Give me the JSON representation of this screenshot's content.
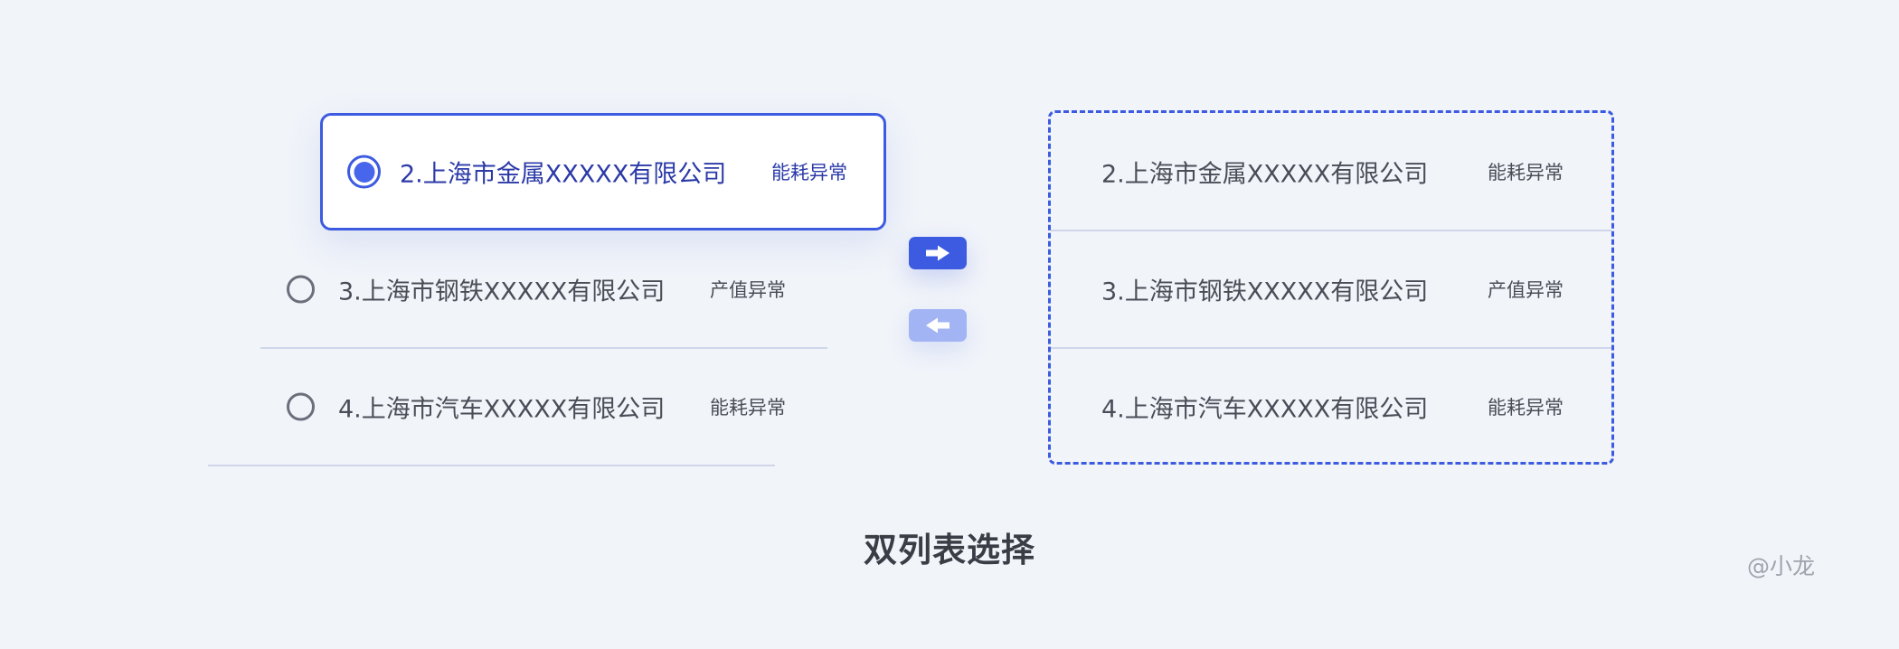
{
  "left_list": {
    "items": [
      {
        "company": "2.上海市金属XXXXX有限公司",
        "status": "能耗异常",
        "selected": true
      },
      {
        "company": "3.上海市钢铁XXXXX有限公司",
        "status": "产值异常",
        "selected": false
      },
      {
        "company": "4.上海市汽车XXXXX有限公司",
        "status": "能耗异常",
        "selected": false
      }
    ]
  },
  "transfer": {
    "right_icon": "arrow-right-icon",
    "left_icon": "arrow-left-icon"
  },
  "right_list": {
    "items": [
      {
        "company": "2.上海市金属XXXXX有限公司",
        "status": "能耗异常"
      },
      {
        "company": "3.上海市钢铁XXXXX有限公司",
        "status": "产值异常"
      },
      {
        "company": "4.上海市汽车XXXXX有限公司",
        "status": "能耗异常"
      }
    ]
  },
  "caption": "双列表选择",
  "author": "@小龙",
  "colors": {
    "accent": "#3c5be0",
    "accent_light": "#a3b4f5",
    "background": "#f1f4f9",
    "divider": "#d0d6ea",
    "text": "#4a4d57"
  }
}
